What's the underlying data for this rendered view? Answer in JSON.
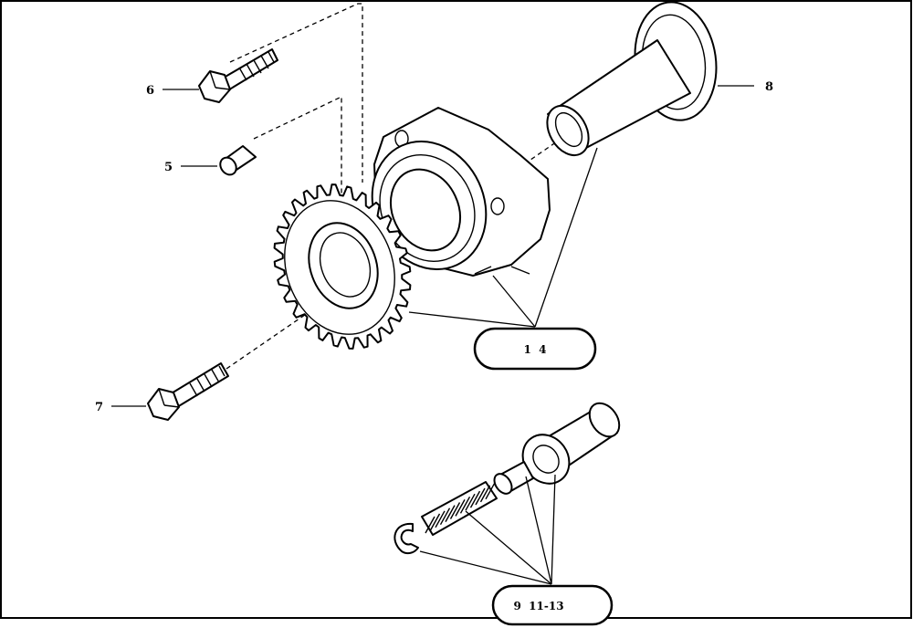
{
  "callouts": {
    "c6": "6",
    "c5": "5",
    "c7": "7",
    "c8": "8",
    "group1": "1  4",
    "group2": "9  11-13"
  }
}
